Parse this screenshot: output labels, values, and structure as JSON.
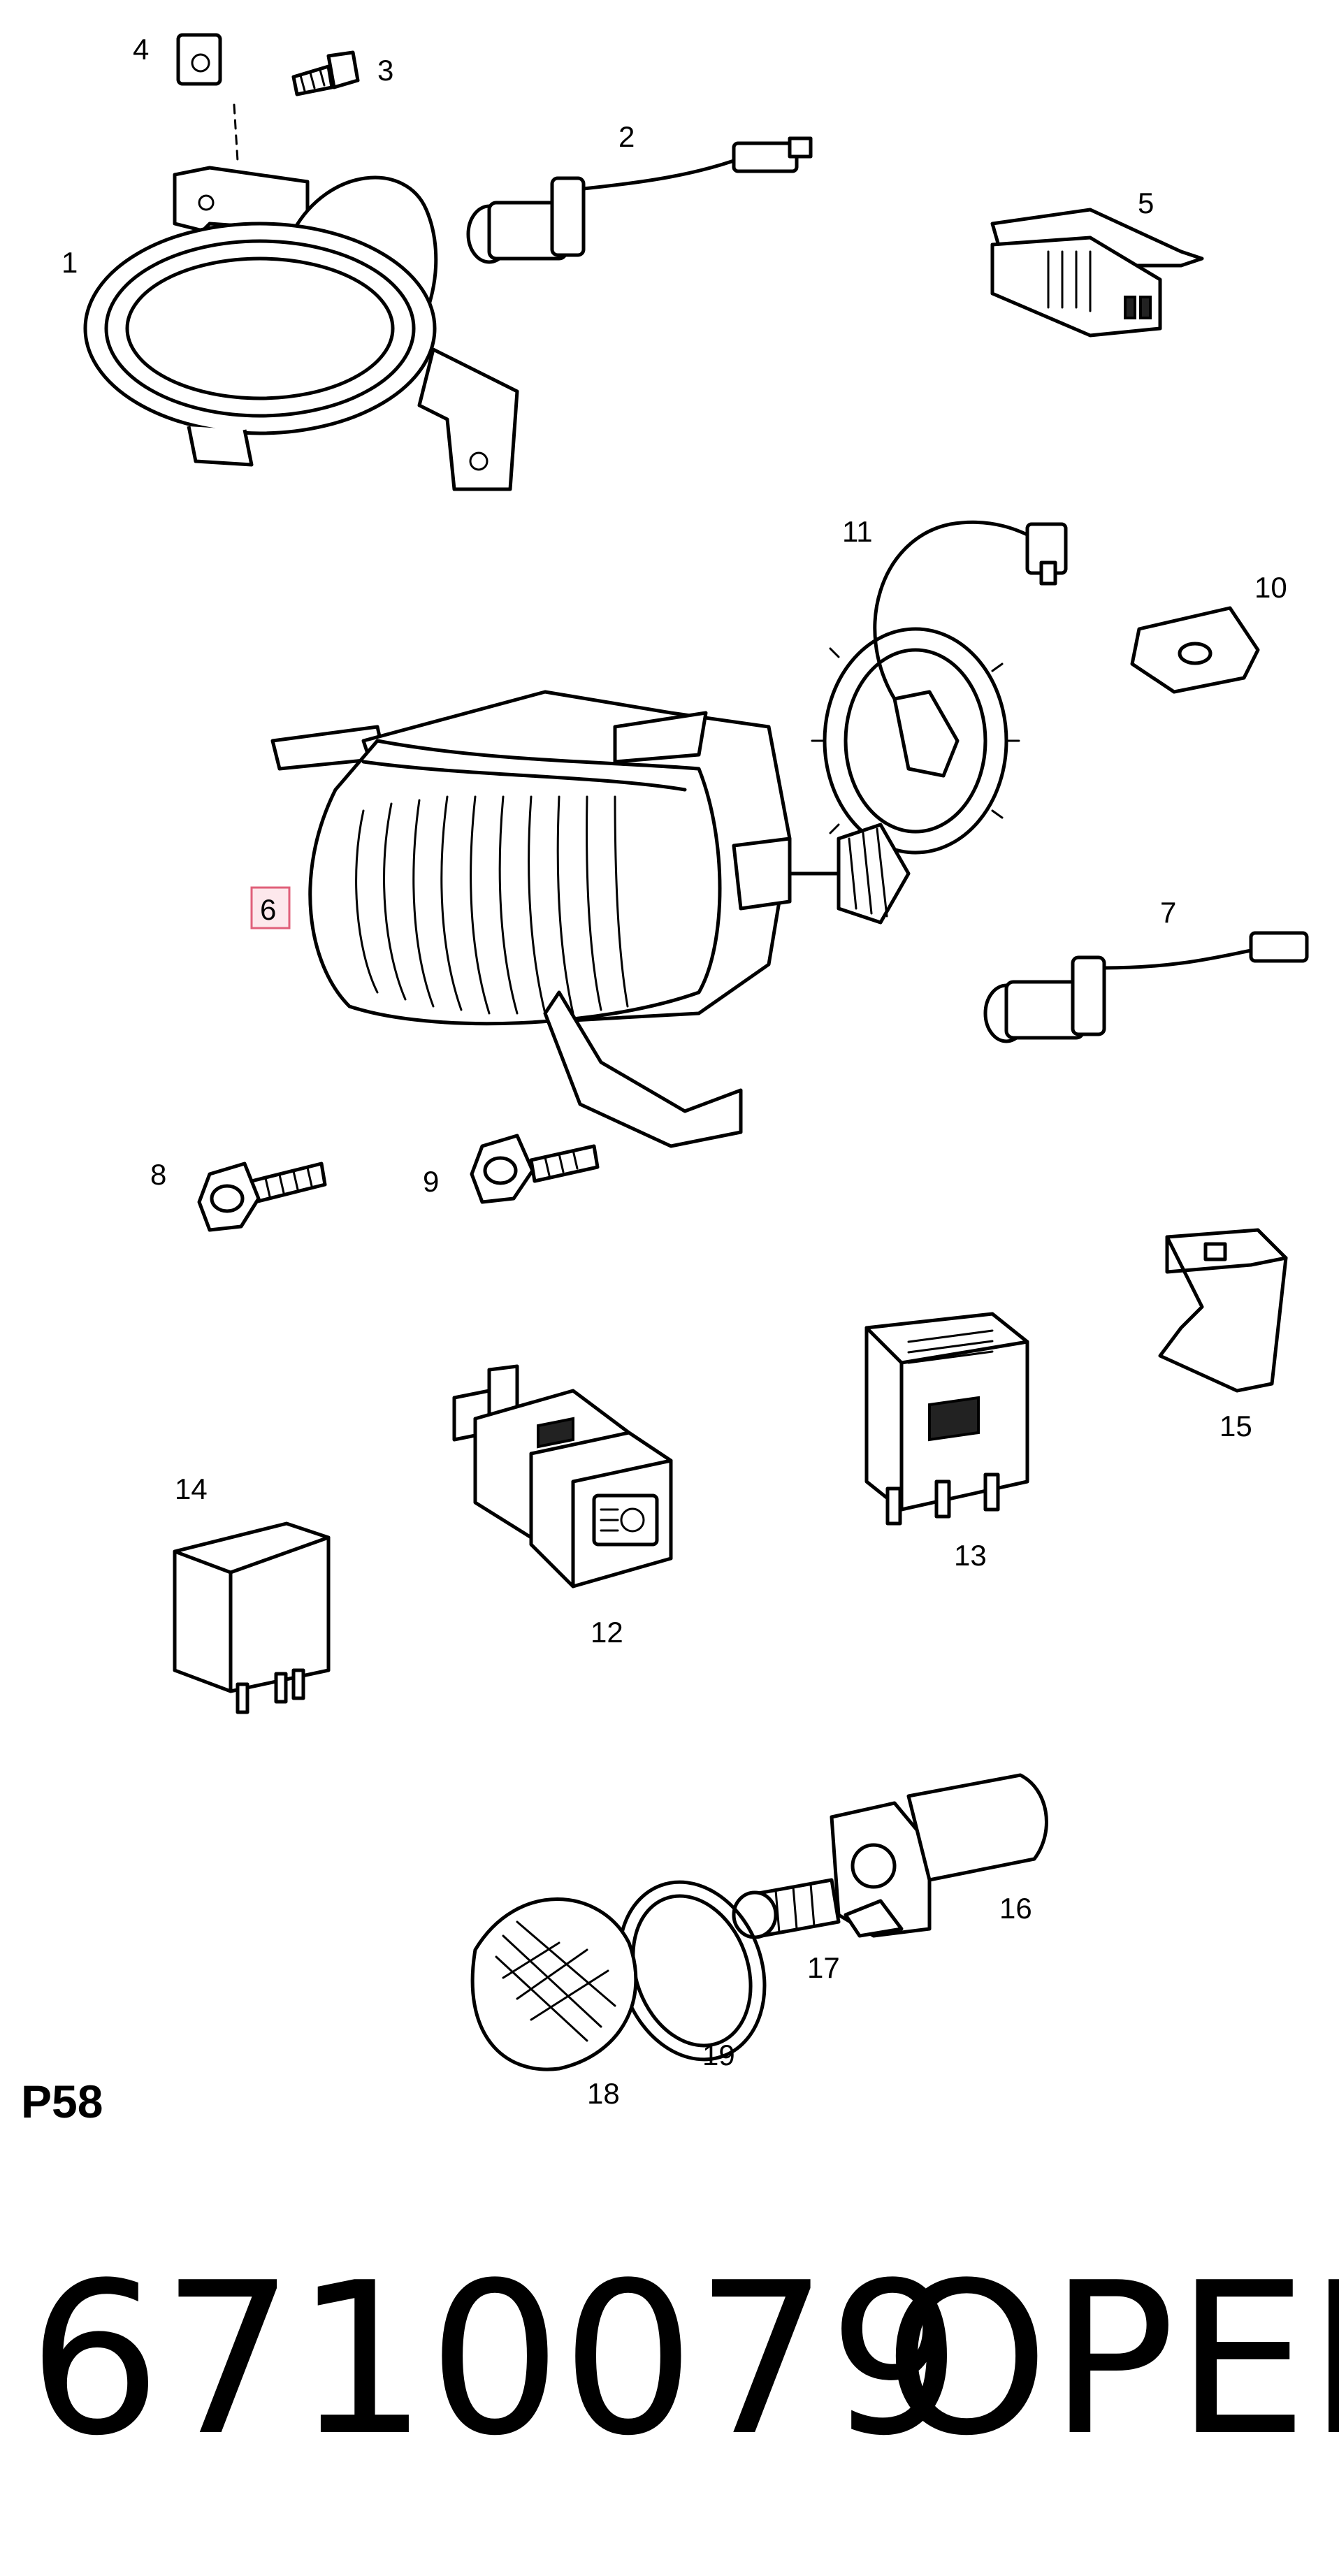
{
  "diagram": {
    "sheet_label": "P58",
    "highlighted_item": "6",
    "callouts": {
      "c1": "1",
      "c2": "2",
      "c3": "3",
      "c4": "4",
      "c5": "5",
      "c6": "6",
      "c7": "7",
      "c8": "8",
      "c9": "9",
      "c10": "10",
      "c11": "11",
      "c12": "12",
      "c13": "13",
      "c14": "14",
      "c15": "15",
      "c16": "16",
      "c17": "17",
      "c18": "18",
      "c19": "19"
    }
  },
  "footer": {
    "part_number": "6710079",
    "brand": "OPEL"
  },
  "colors": {
    "ink": "#000000",
    "highlight_border": "#e0607a",
    "highlight_fill": "#fde8ec"
  }
}
